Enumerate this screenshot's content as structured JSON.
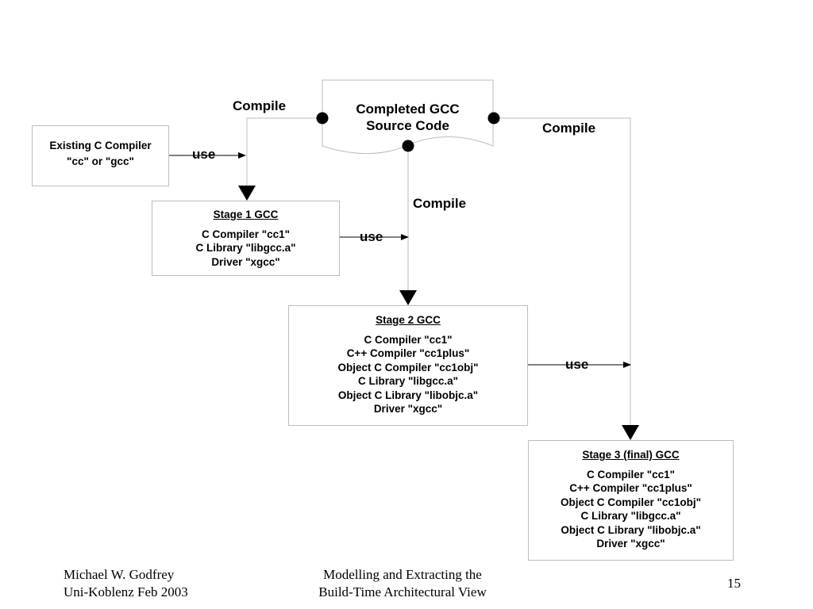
{
  "diagram": {
    "source": {
      "title": "Completed GCC",
      "subtitle": "Source Code"
    },
    "existing": {
      "title": "Existing C Compiler",
      "lines": [
        "\"cc\" or \"gcc\""
      ]
    },
    "stage1": {
      "title": "Stage 1 GCC",
      "lines": [
        "C Compiler \"cc1\"",
        "C Library \"libgcc.a\"",
        "Driver \"xgcc\""
      ]
    },
    "stage2": {
      "title": "Stage 2 GCC",
      "lines": [
        "C Compiler \"cc1\"",
        "C++ Compiler \"cc1plus\"",
        "Object C Compiler \"cc1obj\"",
        "C Library \"libgcc.a\"",
        "Object C Library \"libobjc.a\"",
        "Driver \"xgcc\""
      ]
    },
    "stage3": {
      "title": "Stage 3 (final) GCC",
      "lines": [
        "C Compiler \"cc1\"",
        "C++ Compiler \"cc1plus\"",
        "Object C Compiler \"cc1obj\"",
        "C Library \"libgcc.a\"",
        "Object C Library \"libobjc.a\"",
        "Driver \"xgcc\""
      ]
    },
    "labels": {
      "compile_left": "Compile",
      "compile_right": "Compile",
      "compile_center": "Compile",
      "use_1": "use",
      "use_2": "use",
      "use_3": "use"
    }
  },
  "footer": {
    "author_line1": "Michael W. Godfrey",
    "author_line2": "Uni-Koblenz Feb 2003",
    "title_line1": "Modelling and Extracting the",
    "title_line2": "Build-Time Architectural View",
    "page_number": "15"
  }
}
